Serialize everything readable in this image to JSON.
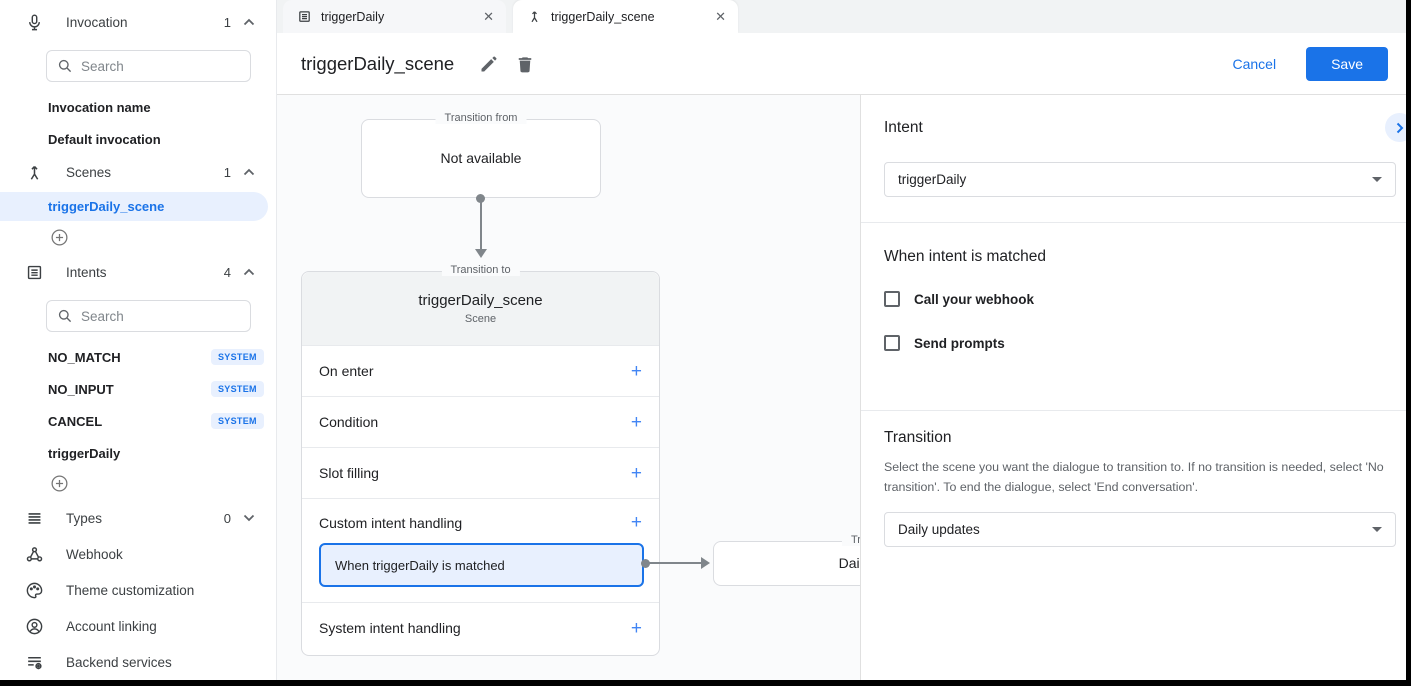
{
  "colors": {
    "accent": "#1a73e8",
    "selected_bg": "#e8f0fe",
    "header_gray": "#f1f3f4"
  },
  "icons": {
    "plus": "+",
    "close": "✕"
  },
  "sidebar": {
    "search_placeholder": "Search",
    "invocation": {
      "label": "Invocation",
      "count": "1"
    },
    "invocation_items": [
      {
        "label": "Invocation name"
      },
      {
        "label": "Default invocation"
      }
    ],
    "scenes": {
      "label": "Scenes",
      "count": "1"
    },
    "scene_items": [
      {
        "label": "triggerDaily_scene"
      }
    ],
    "intents": {
      "label": "Intents",
      "count": "4"
    },
    "intent_items": [
      {
        "label": "NO_MATCH",
        "badge": "SYSTEM"
      },
      {
        "label": "NO_INPUT",
        "badge": "SYSTEM"
      },
      {
        "label": "CANCEL",
        "badge": "SYSTEM"
      },
      {
        "label": "triggerDaily",
        "badge": ""
      }
    ],
    "types": {
      "label": "Types",
      "count": "0"
    },
    "links": [
      {
        "label": "Webhook"
      },
      {
        "label": "Theme customization"
      },
      {
        "label": "Account linking"
      },
      {
        "label": "Backend services"
      }
    ]
  },
  "tabs": [
    {
      "label": "triggerDaily"
    },
    {
      "label": "triggerDaily_scene"
    }
  ],
  "header": {
    "title": "triggerDaily_scene",
    "cancel_label": "Cancel",
    "save_label": "Save"
  },
  "canvas": {
    "transition_from": {
      "legend": "Transition from",
      "text": "Not available"
    },
    "scene_card": {
      "legend": "Transition to",
      "title": "triggerDaily_scene",
      "subtitle": "Scene",
      "rows": [
        {
          "label": "On enter"
        },
        {
          "label": "Condition"
        },
        {
          "label": "Slot filling"
        },
        {
          "label": "Custom intent handling"
        },
        {
          "label": "System intent handling"
        }
      ],
      "selected_handler": "When triggerDaily is matched"
    },
    "target_card": {
      "legend": "Transition to",
      "text": "Daily updates"
    }
  },
  "panel": {
    "intent_heading": "Intent",
    "intent_value": "triggerDaily",
    "matched_heading": "When intent is matched",
    "checkboxes": [
      {
        "label": "Call your webhook"
      },
      {
        "label": "Send prompts"
      }
    ],
    "transition_heading": "Transition",
    "transition_description": "Select the scene you want the dialogue to transition to. If no transition is needed, select 'No transition'. To end the dialogue, select 'End conversation'.",
    "transition_value": "Daily updates"
  }
}
